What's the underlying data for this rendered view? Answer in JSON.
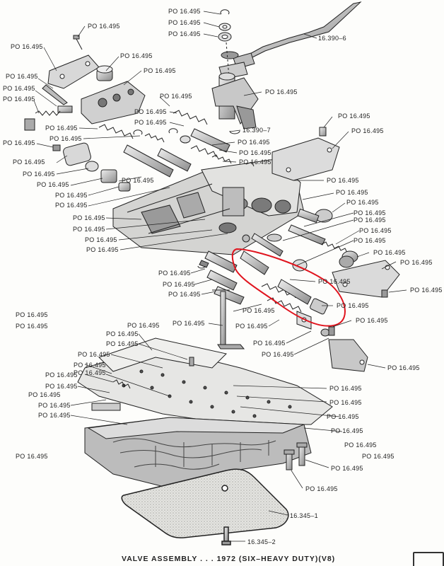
{
  "caption": "VALVE  ASSEMBLY . . . 1972 (SIX–HEAVY DUTY)(V8)",
  "labels": [
    {
      "id": "l1",
      "text": "PO 16.495"
    },
    {
      "id": "l2",
      "text": "PO 16.495"
    },
    {
      "id": "l3",
      "text": "PO 16.495"
    },
    {
      "id": "l4",
      "text": "16.390–6"
    },
    {
      "id": "l5",
      "text": "PO 16.495"
    },
    {
      "id": "l6",
      "text": "PO 16.495"
    },
    {
      "id": "l7",
      "text": "PO 16.495"
    },
    {
      "id": "l8",
      "text": "PO 16.495"
    },
    {
      "id": "l9",
      "text": "PO 16.495"
    },
    {
      "id": "l10",
      "text": "PO 16.495"
    },
    {
      "id": "l11",
      "text": "PO 16.495"
    },
    {
      "id": "l12",
      "text": "PO 16.495"
    },
    {
      "id": "l13",
      "text": "PO 16.495"
    },
    {
      "id": "l14",
      "text": "PO 16.495"
    },
    {
      "id": "l15",
      "text": "PO 16.495"
    },
    {
      "id": "l16",
      "text": "PO 16.495"
    },
    {
      "id": "l17",
      "text": "16.390–7"
    },
    {
      "id": "l18",
      "text": "PO 16.495"
    },
    {
      "id": "l19",
      "text": "PO 16.495"
    },
    {
      "id": "l20",
      "text": "PO 16.495"
    },
    {
      "id": "l21",
      "text": "PO 16.495"
    },
    {
      "id": "l22",
      "text": "PO 16.495"
    },
    {
      "id": "l23",
      "text": "PO 16.495"
    },
    {
      "id": "l24",
      "text": "PO 16.495"
    },
    {
      "id": "l25",
      "text": "PO 16.495"
    },
    {
      "id": "l26",
      "text": "PO 16.495"
    },
    {
      "id": "l27",
      "text": "PO 16.495"
    },
    {
      "id": "l28",
      "text": "PO 16.495"
    },
    {
      "id": "l29",
      "text": "PO 16.495"
    },
    {
      "id": "l30",
      "text": "PO 16.495"
    },
    {
      "id": "l31",
      "text": "PO 16.495"
    },
    {
      "id": "l32",
      "text": "PO 16.495"
    },
    {
      "id": "l33",
      "text": "PO 16.495"
    },
    {
      "id": "l34",
      "text": "PO 16.495"
    },
    {
      "id": "l35",
      "text": "PO 16.495"
    },
    {
      "id": "l36",
      "text": "PO 16.495"
    },
    {
      "id": "l37",
      "text": "PO 16.495"
    },
    {
      "id": "l38",
      "text": "PO 16.495"
    },
    {
      "id": "l39",
      "text": "PO 16.495"
    },
    {
      "id": "l40",
      "text": "PO 16.495"
    },
    {
      "id": "l41",
      "text": "PO 16.495"
    },
    {
      "id": "l42",
      "text": "PO 16.495"
    },
    {
      "id": "l43",
      "text": "PO 16.495"
    },
    {
      "id": "l44",
      "text": "PO 16.495"
    },
    {
      "id": "l45",
      "text": "PO 16.495"
    },
    {
      "id": "l46",
      "text": "PO 16.495"
    },
    {
      "id": "l47",
      "text": "PO 16.495"
    },
    {
      "id": "l48",
      "text": "PO 16.495"
    },
    {
      "id": "l49",
      "text": "PO 16.495"
    },
    {
      "id": "l50",
      "text": "PO 16.495"
    },
    {
      "id": "l51",
      "text": "PO 16.495"
    },
    {
      "id": "l52",
      "text": "PO 16.495"
    },
    {
      "id": "l53",
      "text": "PO 16.495"
    },
    {
      "id": "l54",
      "text": "PO 16.495"
    },
    {
      "id": "l55",
      "text": "PO 16.495"
    },
    {
      "id": "l56",
      "text": "PO 16.495"
    },
    {
      "id": "l57",
      "text": "PO 16.495"
    },
    {
      "id": "l58",
      "text": "PO 16.495"
    },
    {
      "id": "l59",
      "text": "PO 16.495"
    },
    {
      "id": "l60",
      "text": "PO 16.495"
    },
    {
      "id": "l61",
      "text": "PO 16.495"
    },
    {
      "id": "l62",
      "text": "PO 16.495"
    },
    {
      "id": "l63",
      "text": "PO 16.495"
    },
    {
      "id": "l64",
      "text": "PO 16.495"
    },
    {
      "id": "l65",
      "text": "PO 16.495"
    },
    {
      "id": "l66",
      "text": "PO 16.495"
    },
    {
      "id": "l67",
      "text": "PO 16.495"
    },
    {
      "id": "l68",
      "text": "PO 16.495"
    },
    {
      "id": "l69",
      "text": "PO 16.495"
    },
    {
      "id": "l70",
      "text": "PO 16.495"
    },
    {
      "id": "l71",
      "text": "PO 16.495"
    },
    {
      "id": "l72",
      "text": "PO 16.495"
    },
    {
      "id": "l73",
      "text": "PO 16.495"
    },
    {
      "id": "l74",
      "text": "PO 16.495"
    },
    {
      "id": "l75",
      "text": "PO 16.495"
    },
    {
      "id": "l76",
      "text": "PO 16.495"
    },
    {
      "id": "l77",
      "text": "PO 16.495"
    },
    {
      "id": "l78",
      "text": "PO 16.495"
    },
    {
      "id": "l79",
      "text": "16.345–1"
    },
    {
      "id": "l80",
      "text": "16.345–2"
    }
  ],
  "colors": {
    "ink": "#222222",
    "paper": "#fdfdfb",
    "metal": "#cfcfcf",
    "shadow": "#8a8a8a",
    "highlight_circle": "#e0141e"
  }
}
